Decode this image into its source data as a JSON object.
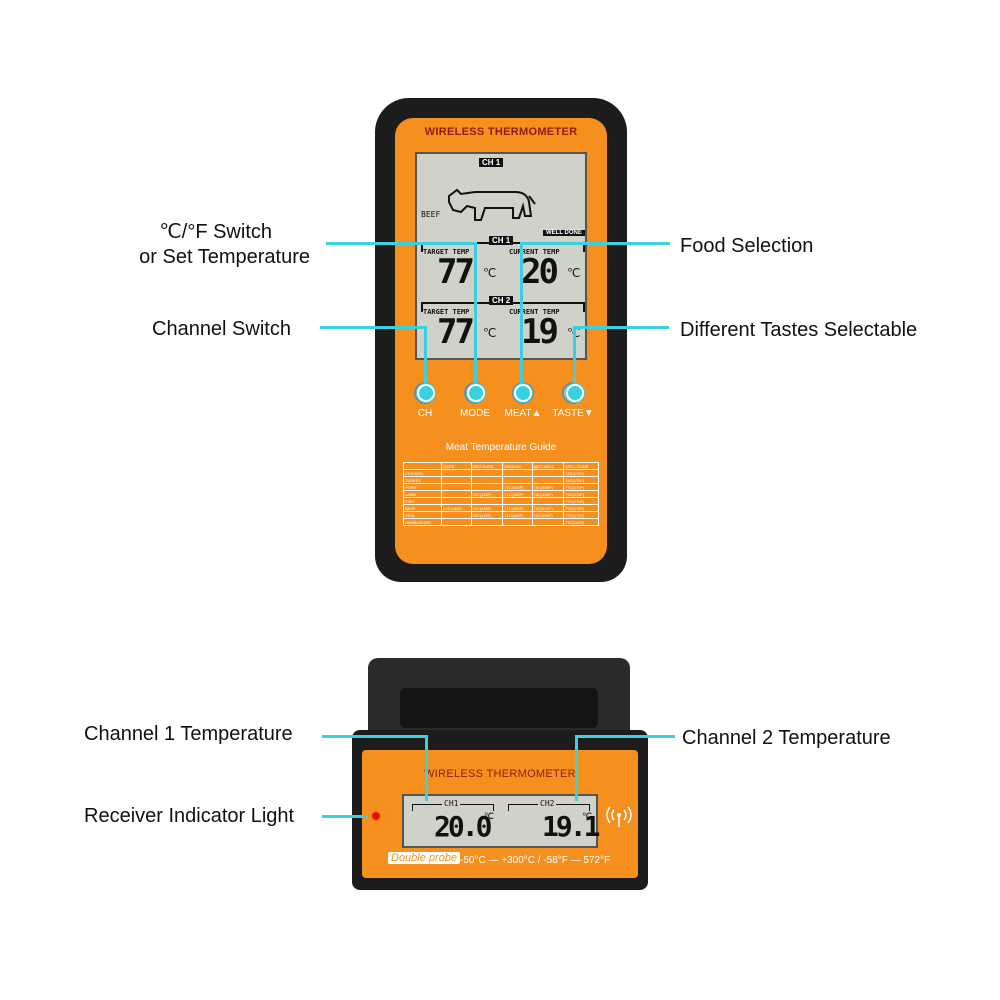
{
  "callouts": {
    "c_f_switch_line1": "℃/°F Switch",
    "c_f_switch_line2": "or Set Temperature",
    "food_selection": "Food Selection",
    "channel_switch": "Channel Switch",
    "different_tastes": "Different Tastes Selectable",
    "channel1_temp": "Channel 1 Temperature",
    "channel2_temp": "Channel 2 Temperature",
    "receiver_light": "Receiver Indicator Light"
  },
  "device": {
    "brand": "WIRELESS THERMOMETER",
    "lcd": {
      "top_channel": "CH 1",
      "food": "BEEF",
      "doneness": "WELL DONE",
      "ch1_tag": "CH 1",
      "ch2_tag": "CH 2",
      "target_label": "TARGET TEMP",
      "current_label": "CURRENT TEMP",
      "ch1_target": "77",
      "ch1_current": "20",
      "ch2_target": "77",
      "ch2_current": "19",
      "unit": "℃"
    },
    "buttons": {
      "ch": "CH",
      "mode": "MODE",
      "meat": "MEAT▲",
      "taste": "TASTE▼"
    },
    "guide": {
      "title": "Meat Temperature Guide",
      "header": [
        "",
        "RARE",
        "MED RARE",
        "MEDIUM",
        "MED WELL",
        "WELL DONE"
      ],
      "rows": [
        [
          "CHICKEN",
          "",
          "",
          "",
          "",
          "74C(175F)"
        ],
        [
          "TURKEY",
          "",
          "",
          "",
          "",
          "74C(175F)"
        ],
        [
          "PORK",
          "",
          "",
          "71C(160F)",
          "74C(165F)",
          "77C(170F)"
        ],
        [
          "LAMB",
          "",
          "63C(145F)",
          "71C(160F)",
          "74C(165F)",
          "77C(170F)"
        ],
        [
          "FISH",
          "",
          "",
          "",
          "",
          "77C(170F)"
        ],
        [
          "BEEF",
          "60C(140F)",
          "63C(145F)",
          "71C(160F)",
          "74C(165F)",
          "77C(170F)"
        ],
        [
          "VEAL",
          "",
          "63C(145F)",
          "71C(160F)",
          "74C(165F)",
          "77C(170F)"
        ],
        [
          "HAMBURGER",
          "",
          "",
          "",
          "",
          "71C(160F)"
        ]
      ]
    }
  },
  "receiver": {
    "brand": "WIRELESS THERMOMETER",
    "ch1_label": "CH1",
    "ch2_label": "CH2",
    "ch1_value": "20.0",
    "ch2_value": "19.1",
    "unit": "℃",
    "badge": "Double probe",
    "range": "-50°C — +300°C / -58°F — 572°F"
  },
  "colors": {
    "accent_line": "#3ad0e0",
    "device_orange": "#f5901f",
    "device_body": "#1c1c1c",
    "lcd_bg": "#cfd2c9"
  }
}
